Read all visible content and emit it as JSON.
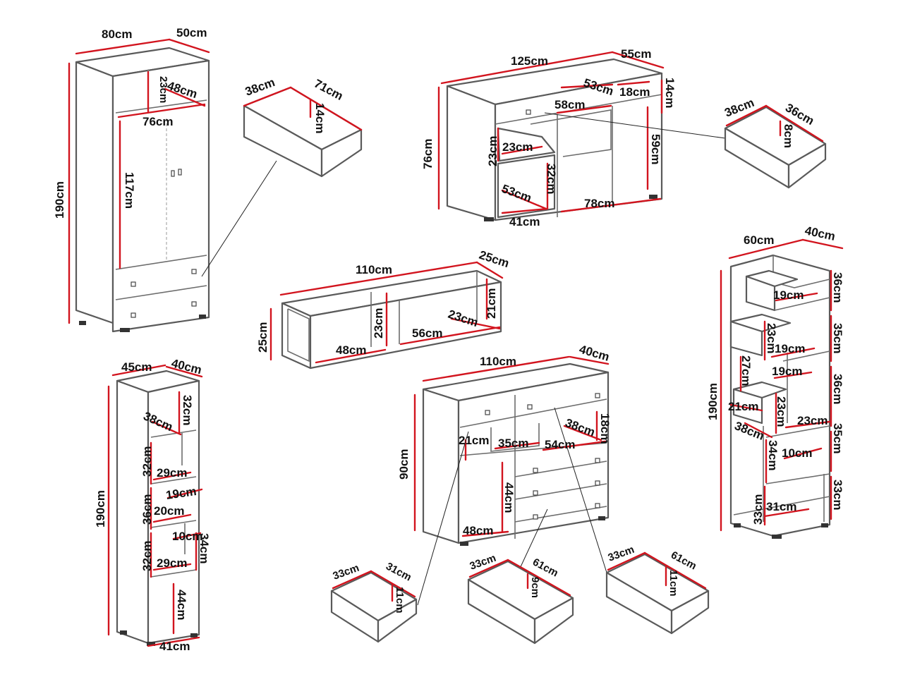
{
  "wardrobe": {
    "width": "80cm",
    "depth": "50cm",
    "height": "190cm",
    "shelf_height": "23cm",
    "shelf_depth": "48cm",
    "inner_width": "76cm",
    "hanging_height": "117cm"
  },
  "wardrobe_drawer": {
    "width": "38cm",
    "depth": "71cm",
    "height": "14cm"
  },
  "desk": {
    "width": "125cm",
    "depth": "55cm",
    "height": "76cm",
    "drawer_top_depth": "53cm",
    "drawer_top_height": "18cm",
    "top_compartment_height": "14cm",
    "drawer_width": "58cm",
    "niche_height": "23cm",
    "niche_width": "23cm",
    "leg_height": "59cm",
    "cabinet_height": "32cm",
    "cabinet_depth": "53cm",
    "cabinet_width": "41cm",
    "knee_width": "78cm"
  },
  "desk_drawer": {
    "width": "38cm",
    "depth": "36cm",
    "height": "8cm"
  },
  "wall_shelf": {
    "width": "110cm",
    "depth": "25cm",
    "height": "25cm",
    "inner_height": "23cm",
    "right_height": "21cm",
    "left_width": "48cm",
    "right_width": "56cm",
    "right_depth": "23cm"
  },
  "narrow_cabinet": {
    "width": "45cm",
    "depth": "40cm",
    "height": "190cm",
    "top_height": "32cm",
    "top_depth": "38cm",
    "shelf2_height": "32cm",
    "shelf2_width": "29cm",
    "shelf3_depth": "19cm",
    "shelf3_width": "20cm",
    "shelf3_height": "36cm",
    "small_depth": "10cm",
    "small_height": "34cm",
    "shelf4_height": "32cm",
    "shelf4_width": "29cm",
    "door_height": "44cm",
    "base_width": "41cm"
  },
  "chest": {
    "width": "110cm",
    "depth": "40cm",
    "height": "90cm",
    "top_left_height": "21cm",
    "small_width": "35cm",
    "right_depth": "38cm",
    "right_width": "54cm",
    "right_height": "18cm",
    "door_height": "44cm",
    "door_width": "48cm"
  },
  "chest_drawer_1": {
    "width": "33cm",
    "depth": "31cm",
    "height": "11cm"
  },
  "chest_drawer_2": {
    "width": "33cm",
    "depth": "61cm",
    "height": "9cm"
  },
  "chest_drawer_3": {
    "width": "33cm",
    "depth": "61cm",
    "height": "11cm"
  },
  "bookcase": {
    "width": "60cm",
    "depth": "40cm",
    "height": "190cm",
    "s1_height": "36cm",
    "s1_width": "19cm",
    "s2_height": "35cm",
    "s2_inner": "23cm",
    "s2_width": "19cm",
    "s3_height": "27cm",
    "s3_width": "19cm",
    "s4_height": "36cm",
    "s4_left": "21cm",
    "s4_mid": "23cm",
    "s4_right": "23cm",
    "s4_depth": "38cm",
    "s5_height": "35cm",
    "s5_mid": "34cm",
    "s5_width": "10cm",
    "s6_height": "33cm",
    "s6_left": "33cm",
    "s6_width": "31cm"
  }
}
